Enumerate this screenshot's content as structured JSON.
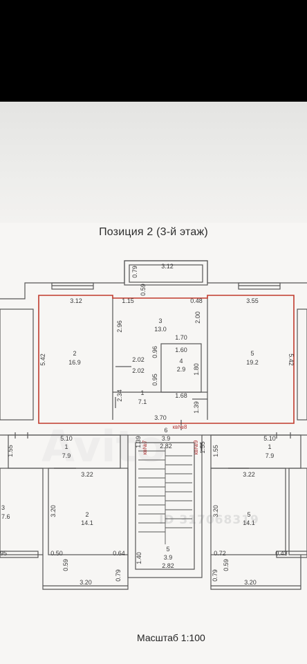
{
  "title": "Позиция 2 (3-й этаж)",
  "scale": "Масштаб 1:100",
  "watermark": {
    "brand": "Avito",
    "id": "ID 317068319"
  },
  "upper_floor": {
    "rooms": [
      {
        "num": "2",
        "area": "16.9"
      },
      {
        "num": "3",
        "area": "13.0"
      },
      {
        "num": "4",
        "area": "2.9"
      },
      {
        "num": "5",
        "area": "19.2"
      },
      {
        "num": "1",
        "area": "7.1"
      },
      {
        "num": "6",
        "area": "3.9"
      }
    ],
    "dims": {
      "top_balcony": "3.12",
      "top_balcony_side": "0.79",
      "c059": "0.59",
      "r2_top": "3.12",
      "r3_left": "1.15",
      "r3_right": "0.48",
      "r5_top": "3.55",
      "left_side": "5.42",
      "right_side": "5.42",
      "c296": "2.96",
      "c200": "2.00",
      "c170": "1.70",
      "c160": "1.60",
      "c202a": "2.02",
      "c202b": "2.02",
      "c096": "0.96",
      "c180": "1.80",
      "c095": "0.95",
      "c168": "1.68",
      "c234": "2.34",
      "c139": "1.39",
      "c370": "3.70",
      "c139b": "1.39",
      "c282": "2.82",
      "c155": "1.55"
    },
    "apartment_labels": [
      "кв№7",
      "кв№8",
      "кв№9"
    ]
  },
  "lower_floor": {
    "rooms": [
      {
        "num": "1",
        "area": "7.9"
      },
      {
        "num": "2",
        "area": "14.1"
      },
      {
        "num": "1",
        "area": "7.9"
      },
      {
        "num": "5",
        "area": "14.1"
      },
      {
        "num": "3",
        "area": "7.6"
      },
      {
        "num": "5",
        "area": "3.9"
      }
    ],
    "dims": {
      "l510": "5.10",
      "r510": "5.10",
      "l155": "1.55",
      "r155": "1.55",
      "l322": "3.22",
      "r322": "3.22",
      "l320": "3.20",
      "r320": "3.20",
      "l050": "0.50",
      "l064": "0.64",
      "r072": "0.72",
      "r043": "0.43",
      "l059": "0.59",
      "r059": "0.59",
      "l079": "0.79",
      "r079": "0.79",
      "b320l": "3.20",
      "b320r": "3.20",
      "c140": "1.40",
      "c282b": "2.82",
      "c95": "95"
    }
  }
}
